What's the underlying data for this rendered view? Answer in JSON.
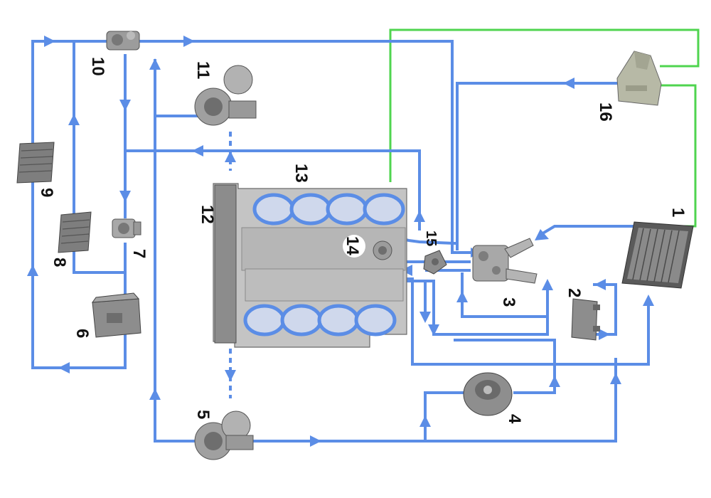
{
  "colors": {
    "coolant_line": "#5b8de6",
    "signal_line": "#4fd44f",
    "component_grey": "#9a9a9a",
    "engine_block": "#c4c4c4"
  },
  "components": [
    {
      "id": "1",
      "label": "1"
    },
    {
      "id": "2",
      "label": "2"
    },
    {
      "id": "3",
      "label": "3"
    },
    {
      "id": "4",
      "label": "4"
    },
    {
      "id": "5",
      "label": "5"
    },
    {
      "id": "6",
      "label": "6"
    },
    {
      "id": "7",
      "label": "7"
    },
    {
      "id": "8",
      "label": "8"
    },
    {
      "id": "9",
      "label": "9"
    },
    {
      "id": "10",
      "label": "10"
    },
    {
      "id": "11",
      "label": "11"
    },
    {
      "id": "12",
      "label": "12"
    },
    {
      "id": "13",
      "label": "13"
    },
    {
      "id": "14",
      "label": "14"
    },
    {
      "id": "15",
      "label": "15"
    },
    {
      "id": "16",
      "label": "16"
    }
  ]
}
